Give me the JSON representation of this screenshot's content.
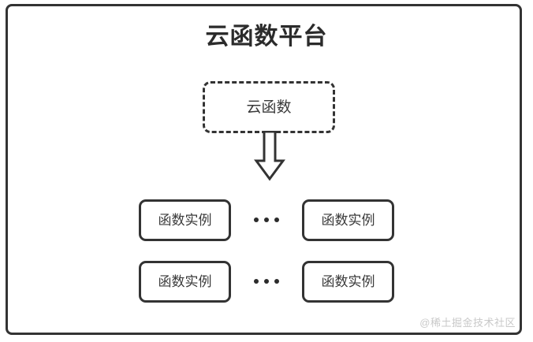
{
  "diagram": {
    "title": "云函数平台",
    "cloud_function": {
      "label": "云函数",
      "style": "dashed-rounded-box"
    },
    "arrow": {
      "icon_name": "arrow-down-block",
      "direction": "down"
    },
    "instance_rows": [
      {
        "left_box_label": "函数实例",
        "ellipsis": "•••",
        "right_box_label": "函数实例"
      },
      {
        "left_box_label": "函数实例",
        "ellipsis": "•••",
        "right_box_label": "函数实例"
      }
    ],
    "watermark": "@稀土掘金技术社区",
    "colors": {
      "background": "#ffffff",
      "stroke": "#333333",
      "title_text": "#2b2b2b",
      "body_text": "#3a3a3a",
      "watermark_text": "#c9c9c9"
    }
  }
}
